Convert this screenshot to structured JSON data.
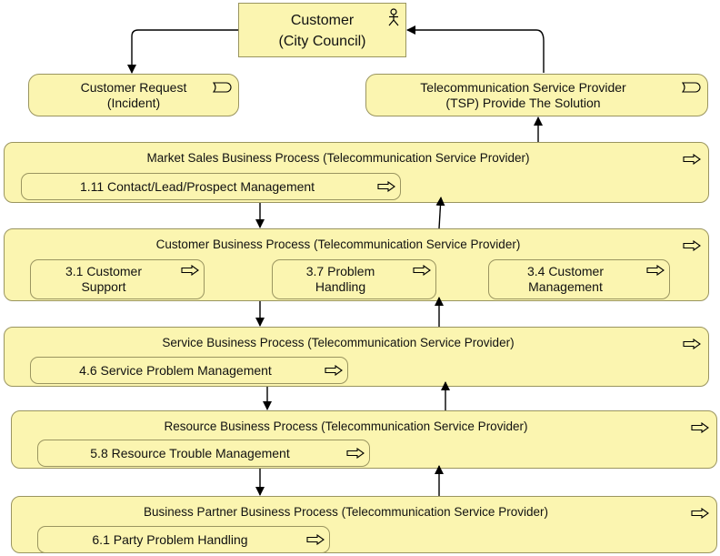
{
  "customer": {
    "line1": "Customer",
    "line2": "(City Council)",
    "icon": "actor-icon"
  },
  "customer_request": {
    "line1": "Customer Request",
    "line2": "(Incident)",
    "icon": "event-icon"
  },
  "tsp_solution": {
    "line1": "Telecommunication Service Provider",
    "line2": "(TSP) Provide The Solution",
    "icon": "event-icon"
  },
  "processes": [
    {
      "title": "Market Sales Business Process (Telecommunication Service Provider)",
      "subs": [
        {
          "line1": "1.11 Contact/Lead/Prospect Management"
        }
      ]
    },
    {
      "title": "Customer Business Process (Telecommunication Service Provider)",
      "subs": [
        {
          "line1": "3.1 Customer",
          "line2": "Support"
        },
        {
          "line1": "3.7 Problem",
          "line2": "Handling"
        },
        {
          "line1": "3.4 Customer",
          "line2": "Management"
        }
      ]
    },
    {
      "title": "Service Business Process (Telecommunication Service Provider)",
      "subs": [
        {
          "line1": "4.6 Service Problem Management"
        }
      ]
    },
    {
      "title": "Resource Business Process (Telecommunication Service Provider)",
      "subs": [
        {
          "line1": "5.8 Resource Trouble Management"
        }
      ]
    },
    {
      "title": "Business Partner Business Process (Telecommunication Service Provider)",
      "subs": [
        {
          "line1": "6.1 Party Problem Handling"
        }
      ]
    }
  ],
  "colors": {
    "fill": "#fbf5b0",
    "border": "#9a9560",
    "line": "#000000"
  },
  "icons": {
    "process": "process-arrow-icon",
    "event": "event-icon",
    "actor": "actor-icon"
  }
}
